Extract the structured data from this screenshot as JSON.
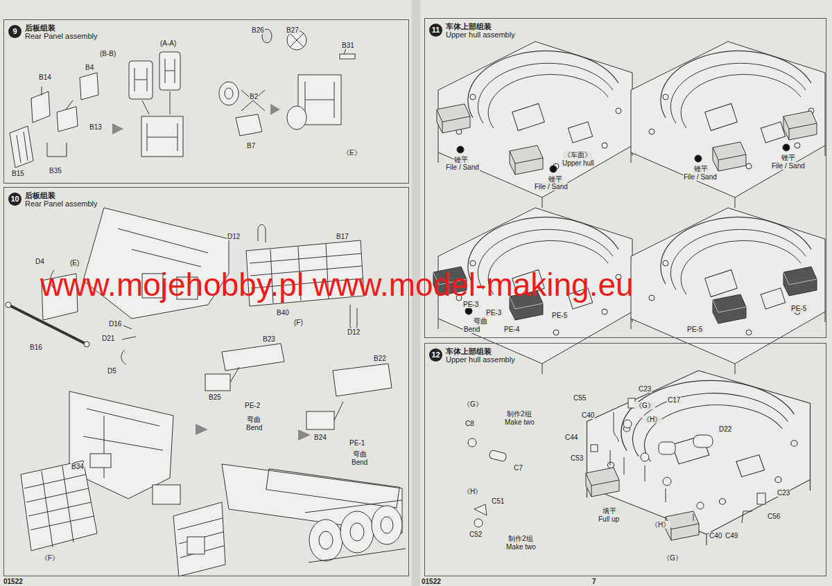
{
  "diagram": {
    "nodes": [
      {
        "text": [
          "后板组装",
          "Rear Panel assembly"
        ]
      },
      {
        "text": [
          "9"
        ],
        "in": 0
      },
      {
        "text": [
          "后板组装",
          "Rear Panel assembly"
        ]
      },
      {
        "text": [
          "10"
        ],
        "in": 2
      },
      {
        "text": [
          "车体上部组装",
          "Upper hull assembly"
        ]
      },
      {
        "text": [
          "11"
        ],
        "in": 4
      },
      {
        "text": [
          "车体上部组装",
          "Upper hull assembly"
        ]
      },
      {
        "text": [
          "12"
        ],
        "in": 6
      }
    ],
    "labels": [
      "B26",
      "B27",
      "B31",
      "(B-B)",
      "(A-A)",
      "B14",
      "B4",
      "B13",
      "B2",
      "B15",
      "B35",
      "B7",
      "《E》",
      "D12",
      "B17",
      "D4",
      "(E)",
      "D16",
      "D21",
      "D5",
      "B16",
      "B40",
      "(F)",
      "D12",
      "B23",
      "B22",
      "B25",
      "PE-2",
      "弯曲",
      "Bend",
      "B24",
      "PE-1",
      "弯曲",
      "Bend",
      "B34",
      "《F》",
      "锉平",
      "File / Sand",
      "锉平",
      "File / Sand",
      "《车面》",
      "Upper hull",
      "锉平",
      "File / Sand",
      "锉平",
      "File / Sand",
      "PE-3",
      "弯曲",
      "Bend",
      "PE-3",
      "PE-4",
      "PE-5",
      "PE-5",
      "PE-5",
      "《G》",
      "C8",
      "C7",
      "制作2组",
      "Make two",
      "《H》",
      "C51",
      "C52",
      "制作2组",
      "Make two",
      "C23",
      "C55",
      "《G》",
      "C17",
      "D22",
      "C40",
      "《H》",
      "C44",
      "C53",
      "《H》",
      "填平",
      "Full up",
      "C40",
      "C49",
      "C56",
      "C23",
      "《G》",
      "01522",
      "01522",
      "7",
      "www.mojehobby.pl www.model-making.eu"
    ]
  }
}
